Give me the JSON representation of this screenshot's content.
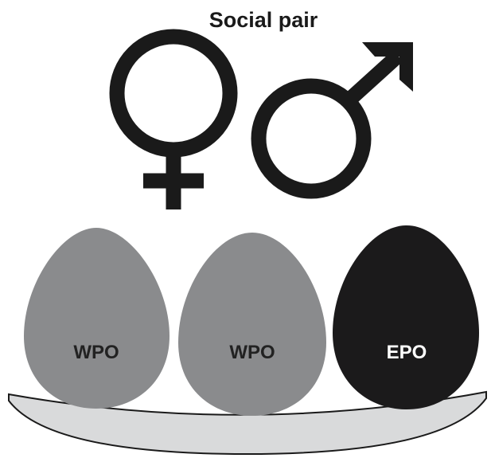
{
  "title": "Social pair",
  "symbols": {
    "female": {
      "icon": "female-symbol-icon"
    },
    "male": {
      "icon": "male-symbol-icon"
    }
  },
  "eggs": [
    {
      "label": "WPO",
      "fill": "#8a8b8d",
      "label_color": "#222222"
    },
    {
      "label": "WPO",
      "fill": "#8a8b8d",
      "label_color": "#222222"
    },
    {
      "label": "EPO",
      "fill": "#1b1a1b",
      "label_color": "#ffffff"
    }
  ],
  "nest": {
    "fill": "#d9dadb",
    "stroke": "#1a1a1a"
  },
  "symbol_color": "#1a1a1a"
}
